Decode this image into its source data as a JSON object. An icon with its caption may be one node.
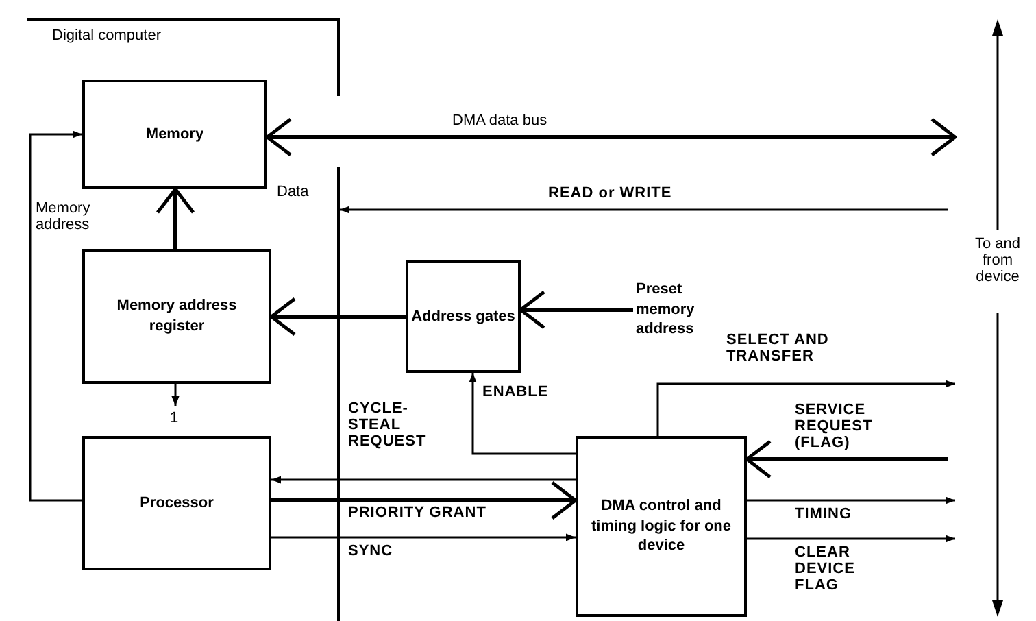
{
  "diagram": {
    "nodes": [
      {
        "text": [
          "Digital computer"
        ]
      },
      {
        "text": [
          "Memory"
        ],
        "in": 0
      },
      {
        "text": [
          "Memory address register"
        ],
        "in": 0
      },
      {
        "text": [
          "Processor"
        ],
        "in": 0
      },
      {
        "text": [
          "Address gates"
        ]
      },
      {
        "text": [
          "DMA control and timing logic for one device"
        ]
      },
      {
        "text": [
          "Preset memory address"
        ]
      }
    ],
    "edges": [
      {
        "from": 1,
        "to": null,
        "arrow": "both",
        "label": "DMA data bus",
        "style": "thick"
      },
      {
        "from": null,
        "to": 0,
        "arrow": "to",
        "label": "READ or WRITE"
      },
      {
        "from": 3,
        "to": 1,
        "arrow": "to",
        "label": "Memory address"
      },
      {
        "from": 2,
        "to": 1,
        "arrow": "to",
        "style": "thick"
      },
      {
        "from": 4,
        "to": 2,
        "arrow": "to",
        "style": "thick"
      },
      {
        "from": 6,
        "to": 4,
        "arrow": "to",
        "style": "thick"
      },
      {
        "from": 2,
        "to": null,
        "arrow": "to",
        "label": "1"
      },
      {
        "from": 5,
        "to": 4,
        "arrow": "to",
        "label": "ENABLE"
      },
      {
        "from": 5,
        "to": 3,
        "arrow": "to",
        "label": "CYCLE-STEAL REQUEST"
      },
      {
        "from": 3,
        "to": 5,
        "arrow": "to",
        "label": "PRIORITY GRANT",
        "style": "thick"
      },
      {
        "from": 3,
        "to": 5,
        "arrow": "to",
        "label": "SYNC"
      },
      {
        "from": 5,
        "to": null,
        "arrow": "to",
        "label": "SELECT AND TRANSFER"
      },
      {
        "from": null,
        "to": 5,
        "arrow": "to",
        "label": "SERVICE REQUEST (FLAG)",
        "style": "thick"
      },
      {
        "from": 5,
        "to": null,
        "arrow": "to",
        "label": "TIMING"
      },
      {
        "from": 5,
        "to": null,
        "arrow": "to",
        "label": "CLEAR DEVICE FLAG"
      }
    ],
    "labels": [
      "Data",
      "To and from device"
    ]
  }
}
